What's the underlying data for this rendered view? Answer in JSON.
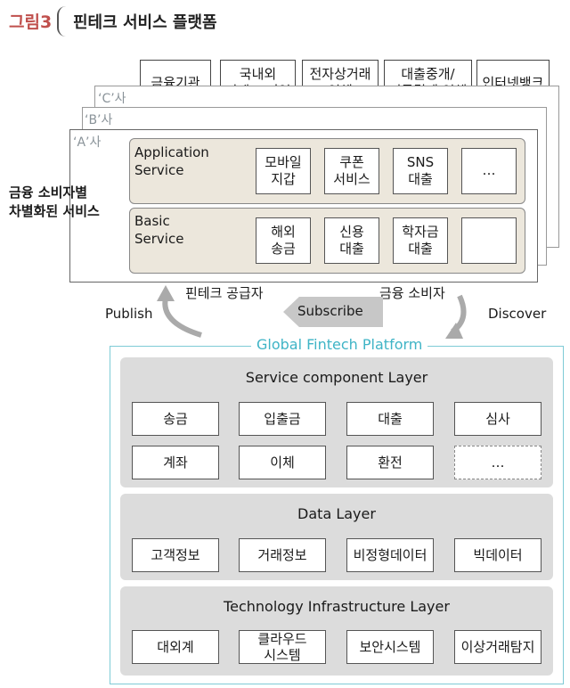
{
  "header": {
    "figure_num": "그림3",
    "title": "핀테크 서비스 플랫폼"
  },
  "top_boxes": [
    {
      "label": "금융기관"
    },
    {
      "label": "국내외\n핀테크 기업"
    },
    {
      "label": "전자상거래\n업체"
    },
    {
      "label": "대출중개/\n지급결제 업체"
    },
    {
      "label": "인터넷뱅크"
    }
  ],
  "companies": {
    "c": "‘C’사",
    "b": "‘B’사",
    "a": "‘A’사"
  },
  "side_label": "금융 소비자별\n차별화된 서비스",
  "application_service": {
    "title": "Application\nService",
    "items": [
      "모바일\n지갑",
      "쿠폰\n서비스",
      "SNS\n대출",
      "…"
    ]
  },
  "basic_service": {
    "title": "Basic\nService",
    "items": [
      "해외\n송금",
      "신용\n대출",
      "학자금\n대출",
      ""
    ]
  },
  "flow": {
    "provider": "핀테크 공급자",
    "consumer": "금융 소비자",
    "publish": "Publish",
    "subscribe": "Subscribe",
    "discover": "Discover"
  },
  "platform": {
    "title": "Global Fintech Platform",
    "layers": [
      {
        "title": "Service component Layer",
        "items": [
          "송금",
          "입출금",
          "대출",
          "심사",
          "계좌",
          "이체",
          "환전",
          "…"
        ]
      },
      {
        "title": "Data Layer",
        "items": [
          "고객정보",
          "거래정보",
          "비정형데이터",
          "빅데이터"
        ]
      },
      {
        "title": "Technology Infrastructure Layer",
        "items": [
          "대외계",
          "클라우드\n시스템",
          "보안시스템",
          "이상거래탐지"
        ]
      }
    ]
  },
  "colors": {
    "accent": "#c0504d",
    "platform": "#3fb4c6",
    "panel": "#ece7dc",
    "layer": "#dcdcdc"
  }
}
